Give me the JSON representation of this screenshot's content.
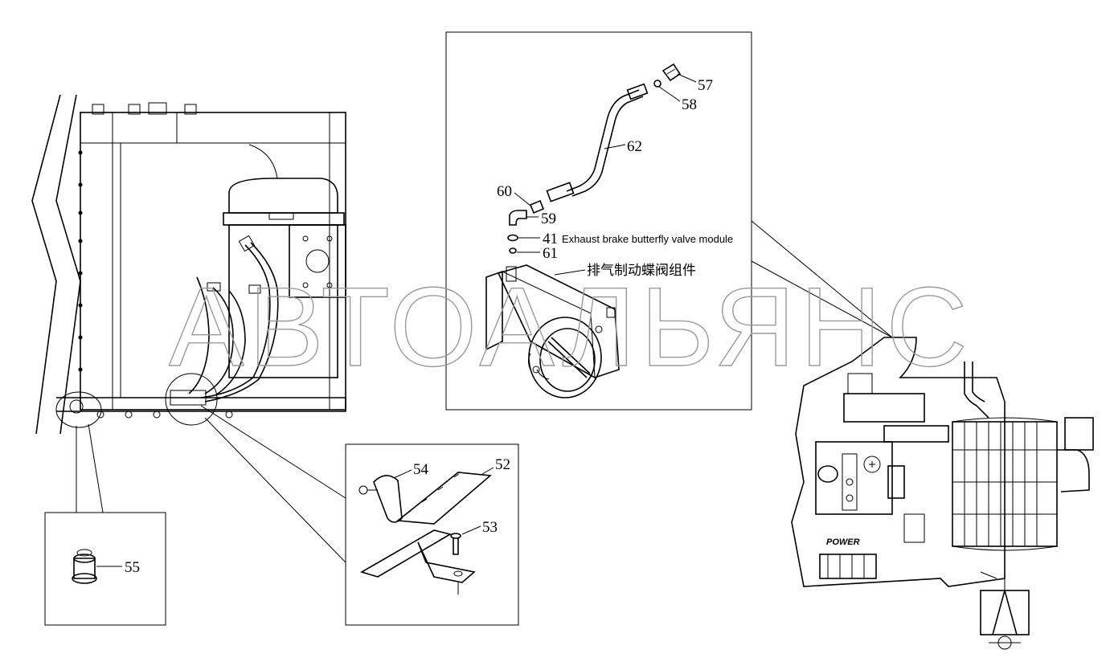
{
  "watermark": "АВТОАЛЬЯНС",
  "caption_en": "Exhaust brake butterfly valve module",
  "caption_cn": "排气制动蝶阀组件",
  "engine_badge": "POWER",
  "callouts": {
    "c57": "57",
    "c58": "58",
    "c62": "62",
    "c60": "60",
    "c59": "59",
    "c41": "41",
    "c61": "61",
    "c54": "54",
    "c52": "52",
    "c53": "53",
    "c55": "55"
  }
}
